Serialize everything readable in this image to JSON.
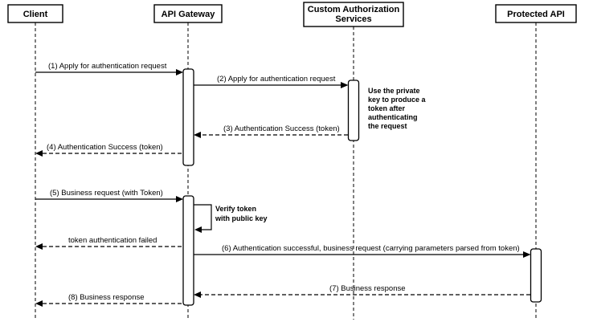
{
  "diagram": {
    "type": "sequence",
    "actors": [
      {
        "label": "Client"
      },
      {
        "label": "API Gateway"
      },
      {
        "label": "Custom Authorization",
        "label2": "Services"
      },
      {
        "label": "Protected API"
      }
    ],
    "messages": [
      {
        "label": "(1) Apply for authentication request",
        "from": "Client",
        "to": "API Gateway",
        "line": "solid"
      },
      {
        "label": "(2) Apply for authentication request",
        "from": "API Gateway",
        "to": "Custom Authorization Services",
        "line": "solid"
      },
      {
        "label": "(3) Authentication Success (token)",
        "from": "Custom Authorization Services",
        "to": "API Gateway",
        "line": "dashed"
      },
      {
        "label": "(4) Authentication Success (token)",
        "from": "API Gateway",
        "to": "Client",
        "line": "dashed"
      },
      {
        "label": "(5) Business request (with Token)",
        "from": "Client",
        "to": "API Gateway",
        "line": "solid"
      },
      {
        "label": "Verify token with public key",
        "from": "API Gateway",
        "to": "API Gateway",
        "line": "solid",
        "self": true
      },
      {
        "label": "token authentication failed",
        "from": "API Gateway",
        "to": "Client",
        "line": "dashed"
      },
      {
        "label": "(6) Authentication successful, business request (carrying parameters parsed from token)",
        "from": "API Gateway",
        "to": "Protected API",
        "line": "solid"
      },
      {
        "label": "(7) Business response",
        "from": "Protected API",
        "to": "API Gateway",
        "line": "dashed"
      },
      {
        "label": "(8) Business response",
        "from": "API Gateway",
        "to": "Client",
        "line": "dashed"
      }
    ],
    "note": {
      "text": "Use the private key to produce a token after authenticating the request",
      "lines": [
        "Use the private",
        "key to produce a",
        "token after",
        "authenticating",
        "the request"
      ]
    },
    "self_label_lines": [
      "Verify token",
      "with public key"
    ],
    "colors": {
      "stroke": "#000000",
      "background": "#ffffff"
    }
  }
}
